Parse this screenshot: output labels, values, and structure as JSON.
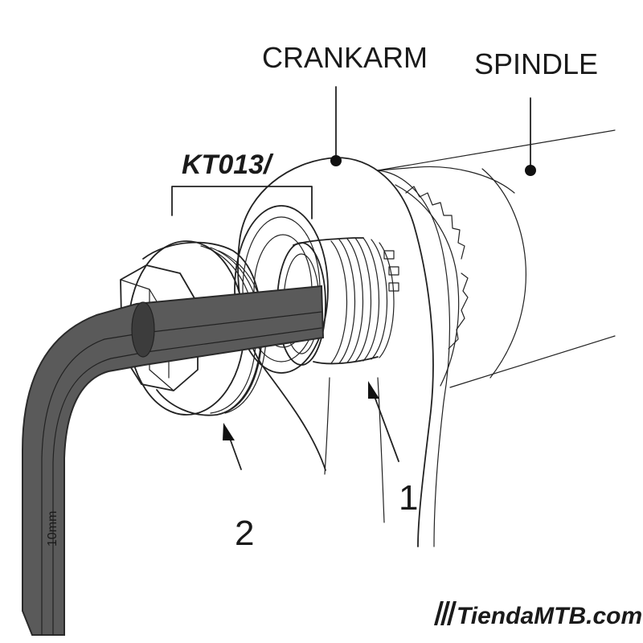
{
  "labels": {
    "crankarm": "CRANKARM",
    "spindle": "SPINDLE",
    "tool": "KT013/",
    "part_1": "1",
    "part_2": "2",
    "wrench_size": "10mm"
  },
  "watermark": "TiendaMTB.com",
  "colors": {
    "wrench": "#5a5a5a",
    "wrench_edge": "#2a2a2a",
    "line": "#222222"
  }
}
